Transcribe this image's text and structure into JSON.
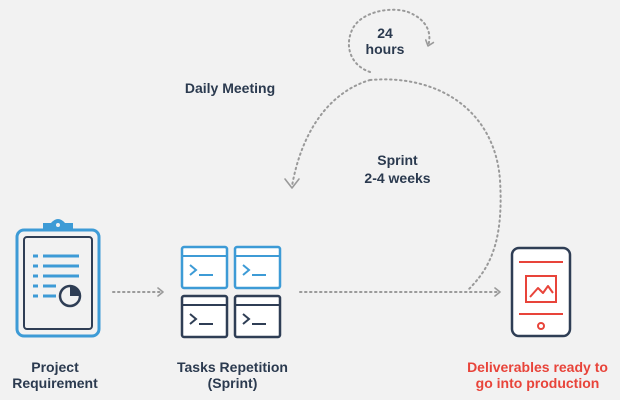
{
  "labels": {
    "cycle_hours": [
      "24",
      "hours"
    ],
    "daily_meeting": "Daily Meeting",
    "sprint": [
      "Sprint",
      "2-4 weeks"
    ],
    "project_requirement": [
      "Project",
      "Requirement"
    ],
    "tasks_repetition": [
      "Tasks Repetition",
      "(Sprint)"
    ],
    "deliverables": [
      "Deliverables ready to",
      "go into production"
    ]
  },
  "colors": {
    "background": "#f2f2f2",
    "text": "#2b3a4f",
    "accent_blue": "#3d9bd6",
    "navy": "#2f3e55",
    "red": "#e8443a",
    "dotted": "#9a9a9a"
  },
  "icons": {
    "project_requirement": "clipboard-chart-icon",
    "tasks_repetition": "terminal-windows-icon",
    "deliverables": "smartphone-chart-icon"
  }
}
